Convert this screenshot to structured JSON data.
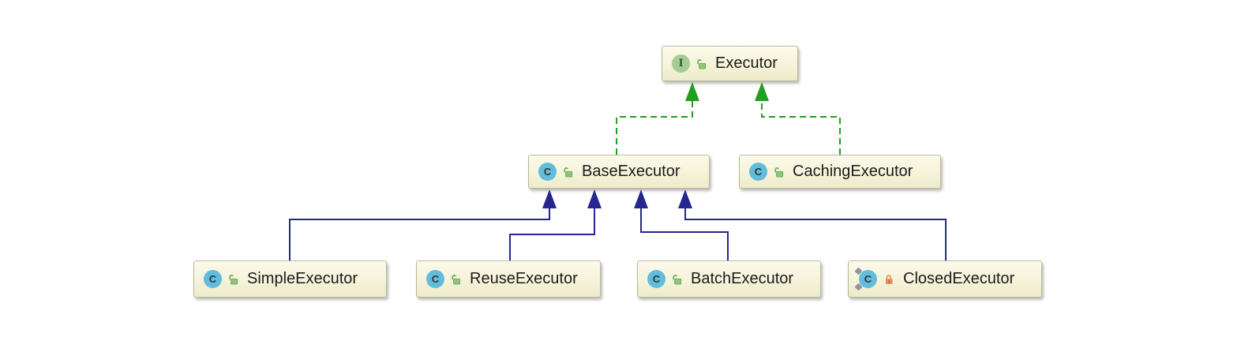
{
  "diagram": {
    "type": "uml-class-diagram",
    "nodes": [
      {
        "id": "executor",
        "label": "Executor",
        "kind": "interface",
        "icon_letter": "I",
        "visibility": "public"
      },
      {
        "id": "base-executor",
        "label": "BaseExecutor",
        "kind": "class",
        "icon_letter": "C",
        "visibility": "public"
      },
      {
        "id": "caching-executor",
        "label": "CachingExecutor",
        "kind": "class",
        "icon_letter": "C",
        "visibility": "public"
      },
      {
        "id": "simple-executor",
        "label": "SimpleExecutor",
        "kind": "class",
        "icon_letter": "C",
        "visibility": "public"
      },
      {
        "id": "reuse-executor",
        "label": "ReuseExecutor",
        "kind": "class",
        "icon_letter": "C",
        "visibility": "public"
      },
      {
        "id": "batch-executor",
        "label": "BatchExecutor",
        "kind": "class",
        "icon_letter": "C",
        "visibility": "public"
      },
      {
        "id": "closed-executor",
        "label": "ClosedExecutor",
        "kind": "class",
        "icon_letter": "C",
        "visibility": "private",
        "static": true
      }
    ],
    "edges": [
      {
        "from": "base-executor",
        "to": "executor",
        "type": "realization"
      },
      {
        "from": "caching-executor",
        "to": "executor",
        "type": "realization"
      },
      {
        "from": "simple-executor",
        "to": "base-executor",
        "type": "generalization"
      },
      {
        "from": "reuse-executor",
        "to": "base-executor",
        "type": "generalization"
      },
      {
        "from": "batch-executor",
        "to": "base-executor",
        "type": "generalization"
      },
      {
        "from": "closed-executor",
        "to": "base-executor",
        "type": "generalization"
      }
    ],
    "colors": {
      "realization_edge": "#1f9e1f",
      "generalization_edge": "#26268e",
      "node_background_top": "#fcfae9",
      "node_background_bottom": "#edebc9",
      "node_border": "#b9b79a",
      "interface_icon": "#a3cd94",
      "class_icon": "#62bcdc",
      "public_lock": "#84c36b",
      "private_lock": "#e98d62",
      "canvas_background": "#ffffff"
    }
  }
}
